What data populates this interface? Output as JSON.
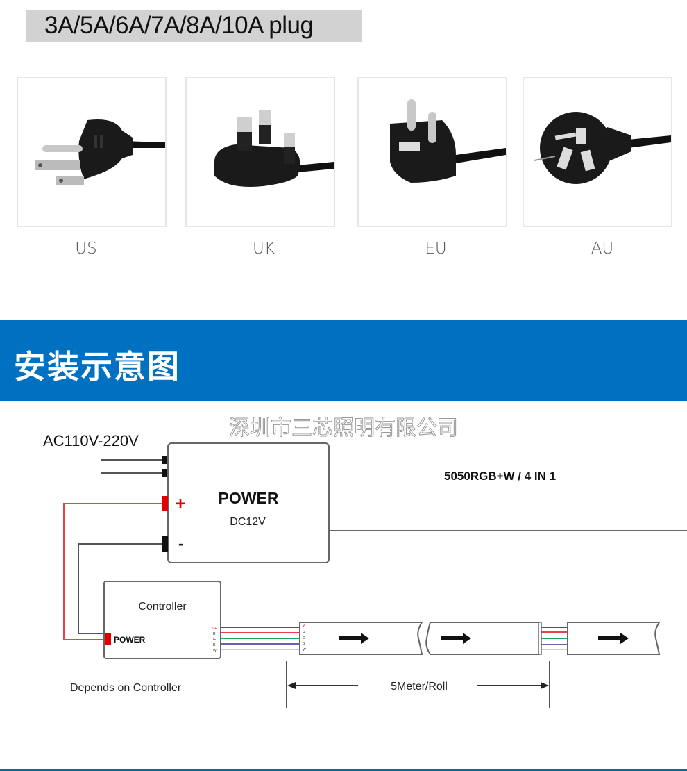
{
  "plug_section": {
    "title": "3A/5A/6A/7A/8A/10A plug",
    "plugs": [
      {
        "label": "US",
        "icon": "us-plug-icon"
      },
      {
        "label": "UK",
        "icon": "uk-plug-icon"
      },
      {
        "label": "EU",
        "icon": "eu-plug-icon"
      },
      {
        "label": "AU",
        "icon": "au-plug-icon"
      }
    ]
  },
  "banner": {
    "title": "安装示意图",
    "color": "#0070c0"
  },
  "diagram": {
    "watermark": "深圳市三芯照明有限公司",
    "ac_input": "AC110V-220V",
    "power_box": {
      "title": "POWER",
      "voltage": "DC12V",
      "plus": "+",
      "minus": "-"
    },
    "strip_type": "5050RGB+W / 4 IN 1",
    "controller": {
      "title": "Controller",
      "power_label": "POWER",
      "pins": [
        "V+",
        "R",
        "G",
        "B",
        "W"
      ]
    },
    "strip_pins": [
      "V",
      "R",
      "G",
      "B",
      "W"
    ],
    "controller_note": "Depends on Controller",
    "length_label": "5Meter/Roll",
    "wire_colors": {
      "v": "#555555",
      "r": "#e8424a",
      "g": "#1aa866",
      "b": "#6a5fb0",
      "w": "#d0d0d0",
      "plus": "#e8424a",
      "terminal_red": "#e00000"
    }
  }
}
